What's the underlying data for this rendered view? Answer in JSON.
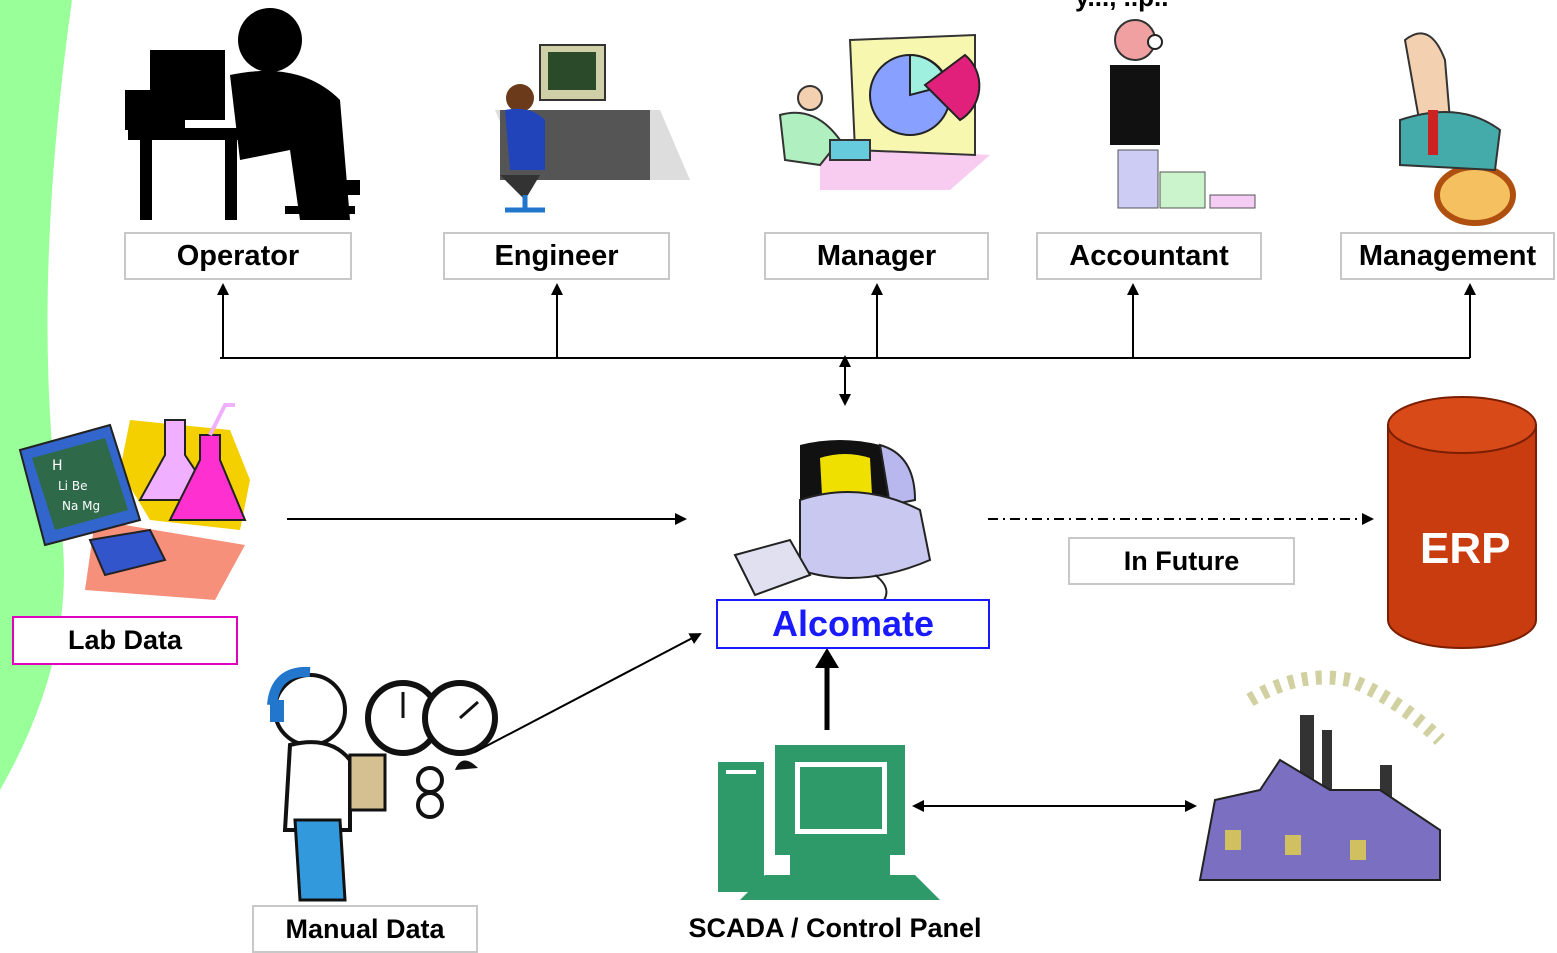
{
  "header": {
    "partial_text": "y..., ..p.."
  },
  "roles": [
    {
      "label": "Operator",
      "icon": "operator-icon"
    },
    {
      "label": "Engineer",
      "icon": "engineer-icon"
    },
    {
      "label": "Manager",
      "icon": "manager-icon"
    },
    {
      "label": "Accountant",
      "icon": "accountant-icon"
    },
    {
      "label": "Management",
      "icon": "management-icon"
    }
  ],
  "center": {
    "label": "Alcomate",
    "icon": "computer-icon"
  },
  "lab": {
    "label": "Lab Data",
    "icon": "lab-icon"
  },
  "manual": {
    "label": "Manual Data",
    "icon": "meter-reader-icon"
  },
  "scada": {
    "label": "SCADA / Control Panel",
    "icon": "scada-computer-icon"
  },
  "erp": {
    "label": "ERP",
    "connector_label": "In Future",
    "icon": "database-icon"
  },
  "plant": {
    "icon": "factory-icon"
  },
  "colors": {
    "accent_green": "#99ff99",
    "alcomate_blue": "#1a1aff",
    "lab_border": "#e000c0",
    "erp_red": "#c83c10",
    "scada_green": "#2e9a6a",
    "factory_purple": "#7a6fc0"
  }
}
